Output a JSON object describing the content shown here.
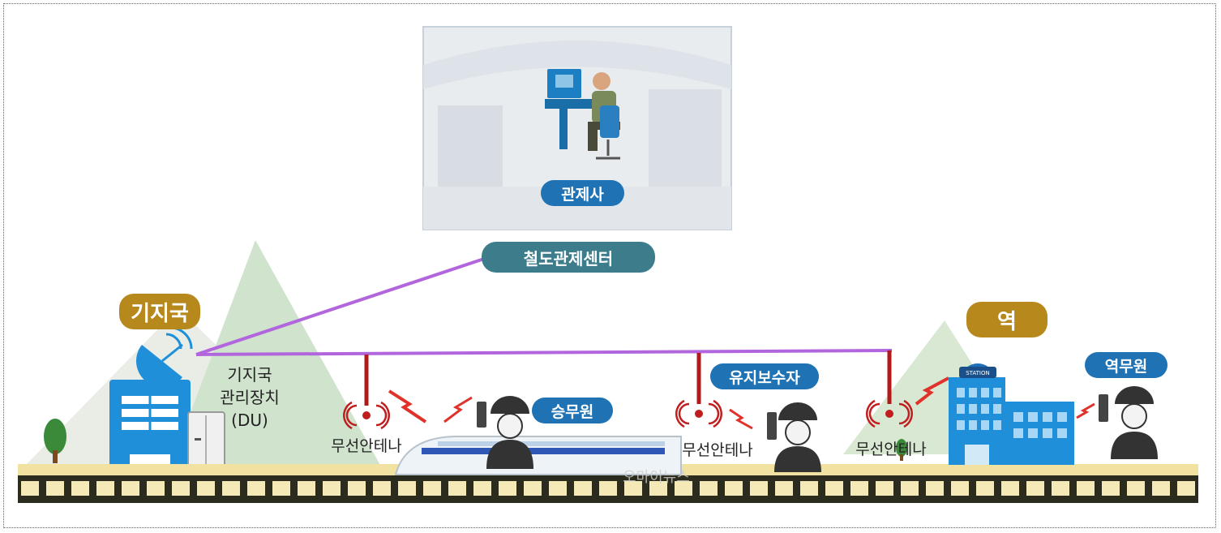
{
  "control_center": {
    "operator_label": "관제사",
    "center_label": "철도관제센터"
  },
  "base_station": {
    "label": "기지국",
    "du_line1": "기지국",
    "du_line2": "관리장치",
    "du_line3": "(DU)"
  },
  "antennas": {
    "label_1": "무선안테나",
    "label_2": "무선안테나",
    "label_3": "무선안테나"
  },
  "roles": {
    "crew": "승무원",
    "maintenance": "유지보수자",
    "station_staff": "역무원"
  },
  "station": {
    "label": "역",
    "sign_text": "STATION"
  },
  "watermark": "오마이뉴스",
  "colors": {
    "link_line": "#b266dd",
    "antenna_red": "#b01a1a",
    "track_gold": "#e8d27a",
    "building_blue": "#1e8fd8"
  }
}
